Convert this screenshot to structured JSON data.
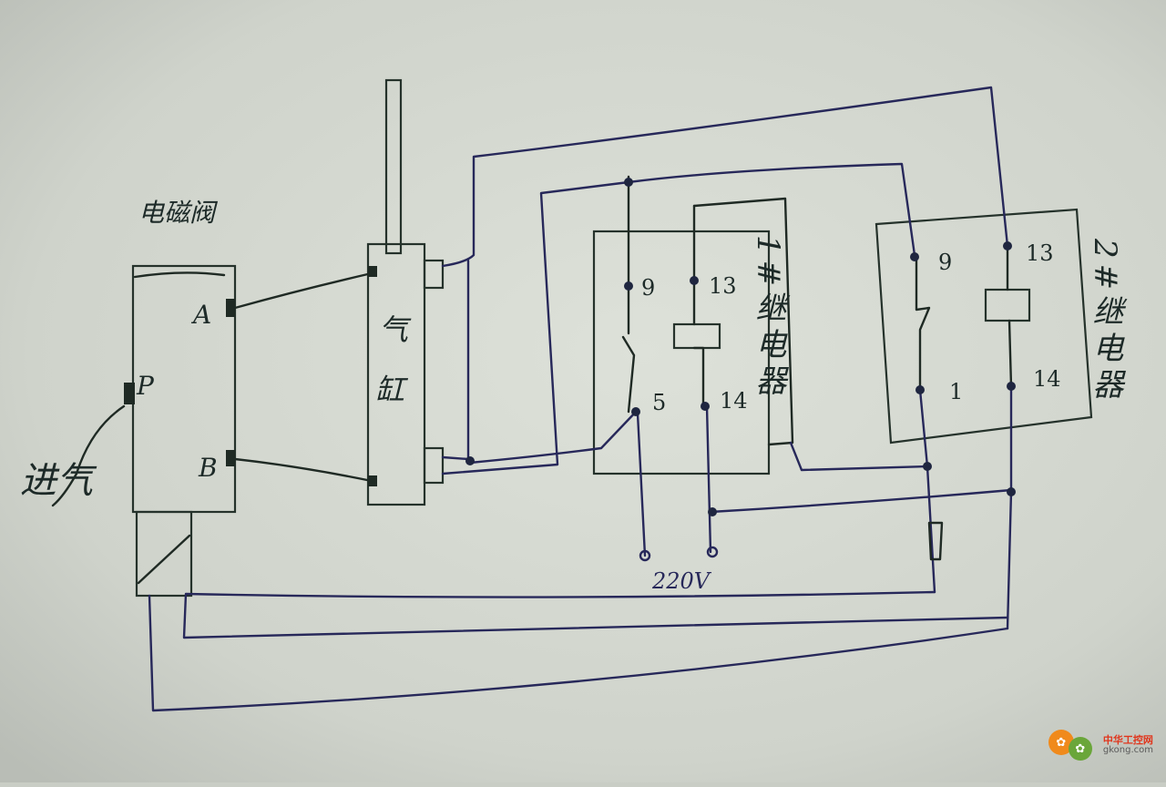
{
  "diagram": {
    "solenoid_valve": {
      "title": "电磁阀",
      "port_a": "A",
      "port_b": "B",
      "port_p": "P",
      "inlet_label": "进气"
    },
    "cylinder": {
      "label_chars": [
        "气",
        "缸"
      ]
    },
    "relay_1": {
      "title": "1#继电器",
      "pin_9": "9",
      "pin_13": "13",
      "pin_5": "5",
      "pin_14": "14"
    },
    "relay_2": {
      "title": "2#继电器",
      "pin_9": "9",
      "pin_13": "13",
      "pin_1": "1",
      "pin_14": "14"
    },
    "supply_label": "220V"
  },
  "watermark": {
    "name": "中华工控网",
    "domain": "gkong.com",
    "colors": [
      "#f08a1c",
      "#6aa63a"
    ]
  },
  "colors": {
    "paper": "#d8dcd4",
    "ink_blue": "#27285a",
    "ink_dark": "#1f2a24"
  }
}
